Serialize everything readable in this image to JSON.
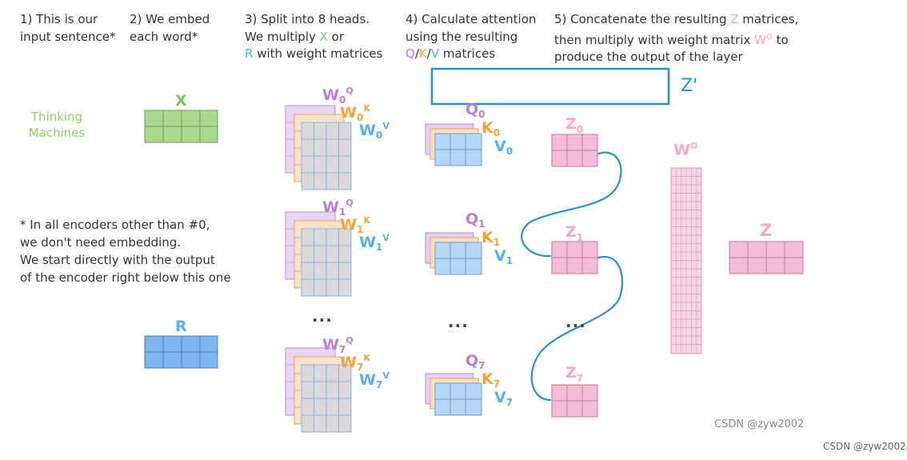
{
  "steps": {
    "s1": {
      "line1": "1) This is our",
      "line2": "input sentence*"
    },
    "s2": {
      "line1": "2) We embed",
      "line2": "each word*"
    },
    "s3": {
      "line1": "3) Split into 8 heads.",
      "line2a": "We multiply ",
      "line2x": "X",
      "line2b": " or",
      "line3r": "R",
      "line3b": " with weight matrices"
    },
    "s4": {
      "line1": "4) Calculate attention",
      "line2": "using the resulting",
      "line3q": "Q",
      "sep1": "/",
      "line3k": "K",
      "sep2": "/",
      "line3v": "V",
      "line3b": " matrices"
    },
    "s5": {
      "line1a": "5) Concatenate the resulting ",
      "line1z": "Z",
      "line1b": " matrices,",
      "line2a": "then multiply with weight matrix ",
      "line2w": "W",
      "line2o": "O",
      "line2b": " to",
      "line3": "produce the output of the layer"
    }
  },
  "input_words": [
    "Thinking",
    "Machines"
  ],
  "note": [
    "* In all encoders other than #0,",
    "we don't need embedding.",
    "We start directly with the output",
    "of the encoder right below this one"
  ],
  "labels": {
    "x": "X",
    "r": "R",
    "w": "W",
    "q": "Q",
    "k": "K",
    "v": "V",
    "z": "Z",
    "wo_w": "W",
    "wo_o": "O",
    "z_out": "Z",
    "z_prime": "Z'",
    "head0": "0",
    "head1": "1",
    "head7": "7",
    "ellipsis": "..."
  },
  "watermarks": {
    "inner": "CSDN @zyw2002",
    "outer": "CSDN @zyw2002"
  },
  "colors": {
    "green": "#7dc462",
    "purple": "#b67fdb",
    "orange": "#f2a33a",
    "blue": "#5aaee8",
    "pink": "#f2a7c8",
    "annotation_blue": "#2b8fd6"
  }
}
